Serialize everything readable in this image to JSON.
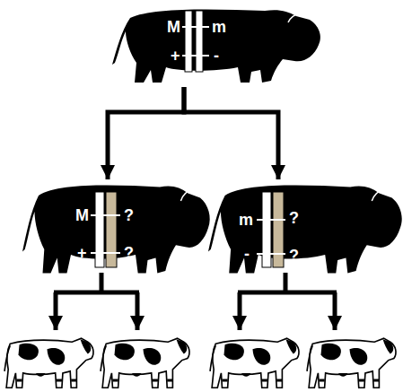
{
  "diagram": {
    "nodes": [
      {
        "text": [
          "M",
          "m",
          "+",
          "-"
        ]
      },
      {
        "text": [
          "M",
          "?",
          "+",
          "?"
        ]
      },
      {
        "text": [
          "m",
          "?",
          "-",
          "?"
        ]
      }
    ],
    "edges": [
      {
        "from": 0,
        "to": 1,
        "arrow": "to"
      },
      {
        "from": 0,
        "to": 2,
        "arrow": "to"
      }
    ]
  }
}
